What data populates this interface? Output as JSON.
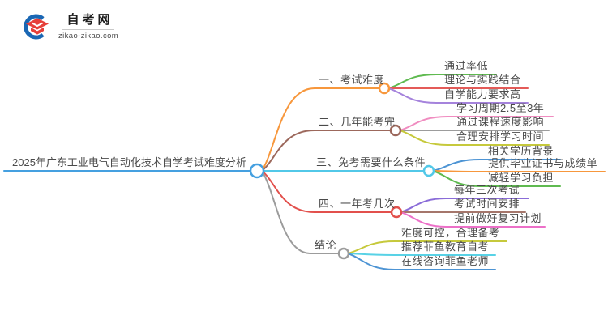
{
  "logo": {
    "site_name": "自考网",
    "site_url": "zikao-zikao.com",
    "icon": "graduation-cap-icon",
    "cap_color": "#E6403A",
    "crescent_color": "#1A67B4"
  },
  "mindmap": {
    "root": {
      "label": "2025年广东工业电气自动化技术自学考试难度分析",
      "color": "#45A0E0"
    },
    "branches": [
      {
        "label": "一、考试难度",
        "color": "#F7973C",
        "children": [
          {
            "label": "通过率低",
            "color": "#5FBA50"
          },
          {
            "label": "理论与实践结合",
            "color": "#E45B58"
          },
          {
            "label": "自学能力要求高",
            "color": "#A583DC"
          }
        ]
      },
      {
        "label": "二、几年能考完",
        "color": "#9C685C",
        "children": [
          {
            "label": "学习周期2.5至3年",
            "color": "#F08CC0"
          },
          {
            "label": "通过课程速度影响",
            "color": "#9C9C9C"
          },
          {
            "label": "合理安排学习时间",
            "color": "#C6C93C"
          }
        ]
      },
      {
        "label": "三、免考需要什么条件",
        "color": "#52C8E8",
        "children": [
          {
            "label": "相关学历背景",
            "color": "#4D94D4"
          },
          {
            "label": "提供毕业证书与成绩单",
            "color": "#F7973C"
          },
          {
            "label": "减轻学习负担",
            "color": "#5FBA50"
          }
        ]
      },
      {
        "label": "四、一年考几次",
        "color": "#E2504C",
        "children": [
          {
            "label": "每年三次考试",
            "color": "#8A6CD8"
          },
          {
            "label": "考试时间安排",
            "color": "#A5766B"
          },
          {
            "label": "提前做好复习计划",
            "color": "#EC70C8"
          }
        ]
      },
      {
        "label": "结论",
        "color": "#9C9C9C",
        "children": [
          {
            "label": "难度可控，合理备考",
            "color": "#C6C93C"
          },
          {
            "label": "推荐菲鱼教育自考",
            "color": "#58D2E6"
          },
          {
            "label": "在线咨询菲鱼老师",
            "color": "#4D94D4"
          }
        ]
      }
    ]
  }
}
